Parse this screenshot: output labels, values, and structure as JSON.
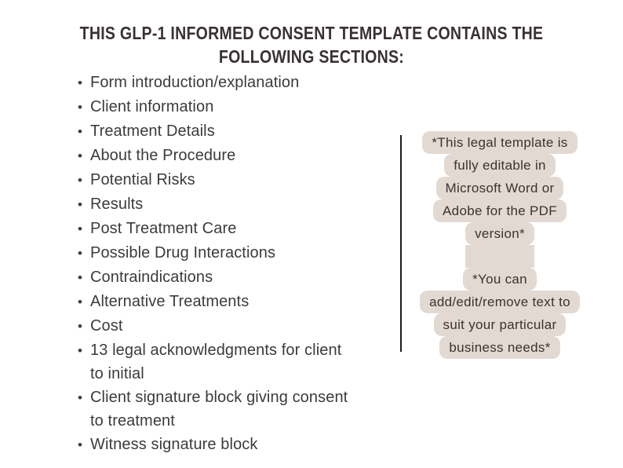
{
  "page": {
    "title_lines": [
      "THIS GLP-1 INFORMED CONSENT TEMPLATE CONTAINS THE",
      "FOLLOWING SECTIONS:"
    ],
    "sections_list": [
      "Form introduction/explanation",
      "Client information",
      "Treatment Details",
      "About the Procedure",
      "Potential Risks",
      "Results",
      "Post Treatment Care",
      "Possible Drug Interactions",
      "Contraindications",
      "Alternative Treatments",
      "Cost",
      "13 legal acknowledgments for client\nto initial",
      "Client signature block giving consent\nto treatment",
      "Witness signature block"
    ],
    "note_lines": [
      "*This legal template is",
      "fully editable in",
      "Microsoft Word or",
      "Adobe for the PDF",
      "version*",
      "",
      "*You can",
      "add/edit/remove text to",
      "suit your particular",
      "business needs*"
    ],
    "colors": {
      "highlight_bg": "#e3d9d3",
      "title_text": "#3a3132",
      "body_text": "#3e3a3b",
      "note_text": "#3d322e",
      "divider": "#1e1c1c"
    }
  }
}
